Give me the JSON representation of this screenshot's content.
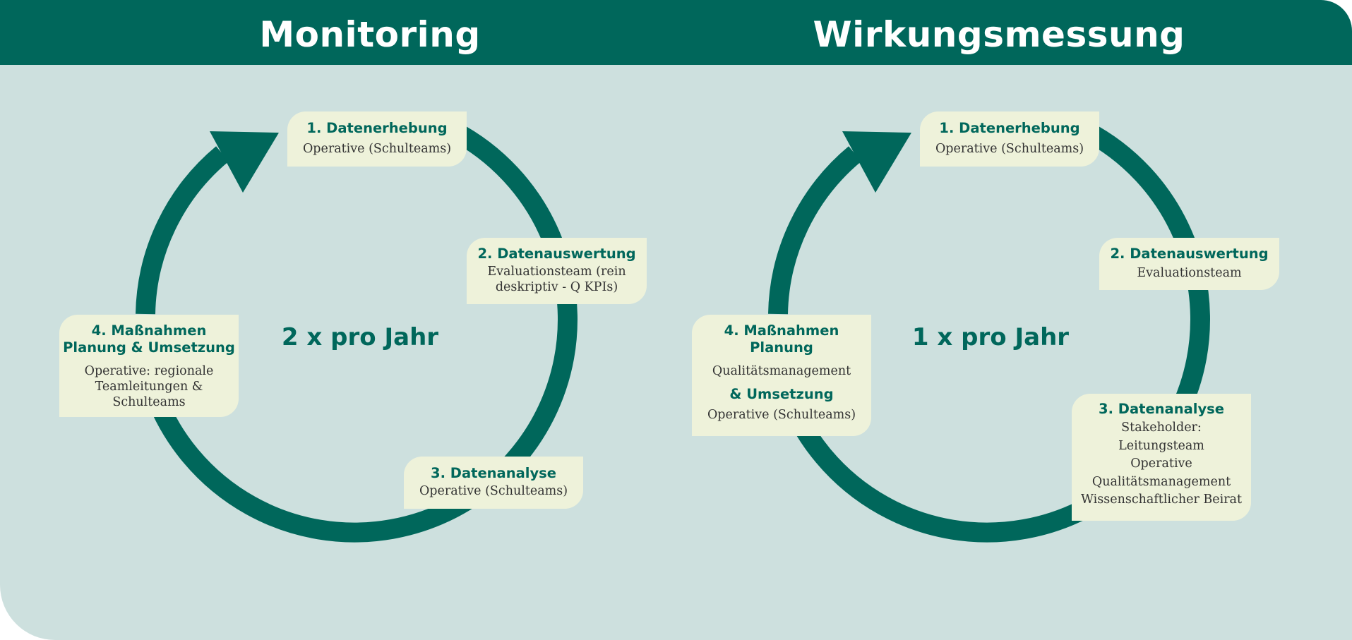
{
  "header": {
    "left_title": "Monitoring",
    "right_title": "Wirkungsmessung"
  },
  "colors": {
    "header_bg": "#00675b",
    "panel_bg": "#cde0de",
    "cycle_stroke": "#00675b",
    "box_bg": "#eef2da"
  },
  "monitoring": {
    "frequency": "2 x pro Jahr",
    "steps": [
      {
        "title": "1. Datenerhebung",
        "desc": [
          "Operative (Schulteams)"
        ]
      },
      {
        "title": "2. Datenauswertung",
        "desc": [
          "Evaluationsteam (rein",
          "deskriptiv - Q KPIs)"
        ]
      },
      {
        "title": "3. Datenanalyse",
        "desc": [
          "Operative (Schulteams)"
        ]
      },
      {
        "title_lines": [
          "4. Maßnahmen",
          "Planung & Umsetzung"
        ],
        "desc": [
          "Operative: regionale",
          "Teamleitungen &",
          "Schulteams"
        ]
      }
    ]
  },
  "wirkungsmessung": {
    "frequency": "1 x pro Jahr",
    "steps": [
      {
        "title": "1. Datenerhebung",
        "desc": [
          "Operative (Schulteams)"
        ]
      },
      {
        "title": "2. Datenauswertung",
        "desc": [
          "Evaluationsteam"
        ]
      },
      {
        "title": "3. Datenanalyse",
        "desc": [
          "Stakeholder:",
          "Leitungsteam",
          "Operative",
          "Qualitätsmanagement",
          "Wissenschaftlicher Beirat"
        ]
      },
      {
        "title_lines": [
          "4. Maßnahmen",
          "Planung"
        ],
        "desc": [
          "Qualitätsmanagement"
        ],
        "title2": "& Umsetzung",
        "desc2": [
          "Operative (Schulteams)"
        ]
      }
    ]
  }
}
